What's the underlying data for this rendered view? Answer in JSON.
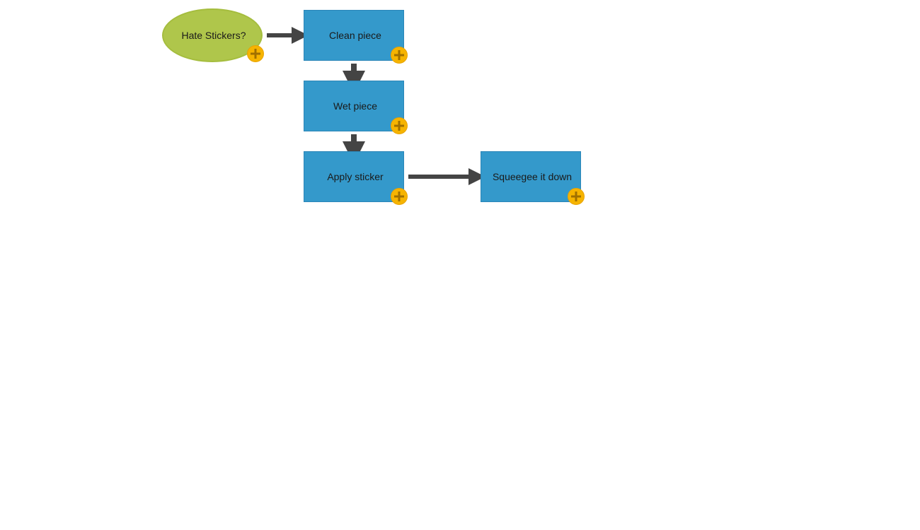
{
  "diagram": {
    "colors": {
      "start_node": "#afc64b",
      "step_node": "#3499cb",
      "add_button": "#f6b400",
      "connector": "#444444"
    },
    "nodes": [
      {
        "id": "hate-stickers",
        "label": "Hate Stickers?",
        "shape": "ellipse"
      },
      {
        "id": "clean-piece",
        "label": "Clean piece",
        "shape": "rect"
      },
      {
        "id": "wet-piece",
        "label": "Wet piece",
        "shape": "rect"
      },
      {
        "id": "apply-sticker",
        "label": "Apply sticker",
        "shape": "rect"
      },
      {
        "id": "squeegee-it-down",
        "label": "Squeegee it down",
        "shape": "rect"
      }
    ],
    "edges": [
      {
        "from": "hate-stickers",
        "to": "clean-piece"
      },
      {
        "from": "clean-piece",
        "to": "wet-piece"
      },
      {
        "from": "wet-piece",
        "to": "apply-sticker"
      },
      {
        "from": "apply-sticker",
        "to": "squeegee-it-down"
      }
    ],
    "add_button_icon": "plus-icon"
  }
}
